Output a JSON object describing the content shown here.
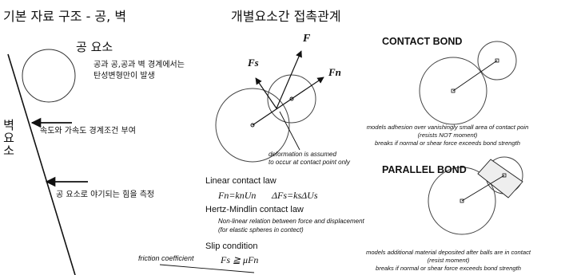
{
  "header": {
    "left_title": "기본 자료 구조 - 공, 벽",
    "right_title": "개별요소간 접촉관계"
  },
  "left_panel": {
    "ball_element_label": "공 요소",
    "boundary_note_1": "공과 공,공과 벽 경계에서는",
    "boundary_note_2": "탄성변형만이 발생",
    "velocity_note": "속도와 가속도 경계조건 부여",
    "force_note": "공 요소로 야기되는 힘을 측정",
    "wall_label": "벽 요소"
  },
  "middle_panel": {
    "force_F": "F",
    "force_Fs": "Fs",
    "force_Fn": "Fn",
    "deformation_note_1": "deformation is assumed",
    "deformation_note_2": "to occur at contact point only",
    "linear_law_title": "Linear contact law",
    "linear_formula_1": "Fn=knUn",
    "linear_formula_2": "ΔFs=ksΔUs",
    "hertz_title": "Hertz-Mindlin contact law",
    "hertz_note_1": "Non-linear relation between force and displacement",
    "hertz_note_2": "(for elastic spheres in contect)",
    "slip_title": "Slip condition",
    "slip_formula": "Fs ≧ μFn",
    "friction_label": "friction coefficient"
  },
  "right_panel": {
    "contact_bond_title": "CONTACT BOND",
    "contact_caption_1": "models adhesion over vanishingly small area of contact poin",
    "contact_caption_2": "(resists NOT moment)",
    "contact_caption_3": "breaks if normal or shear force exceeds bond strength",
    "parallel_bond_title": "PARALLEL BOND",
    "parallel_caption_1": "models additional material deposited after balls are in contact",
    "parallel_caption_2": "(resist moment)",
    "parallel_caption_3": "breaks if normal or shear force exceeds bond strength"
  }
}
